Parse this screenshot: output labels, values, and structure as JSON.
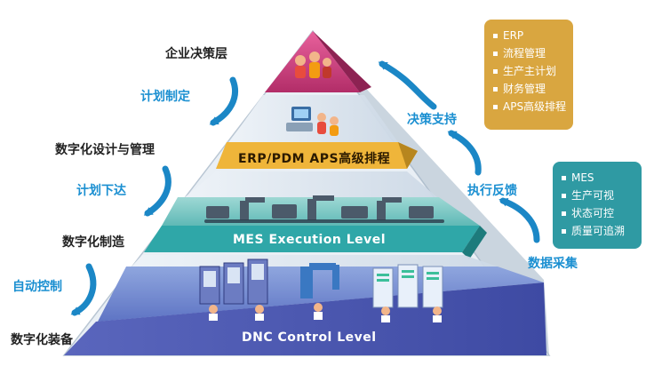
{
  "left_labels": {
    "top": "企业决策层",
    "design": "数字化设计与管理",
    "manufacturing": "数字化制造",
    "equipment": "数字化装备"
  },
  "left_flows": {
    "plan_make": "计划制定",
    "plan_issue": "计划下达",
    "auto_control": "自动控制"
  },
  "right_flows": {
    "decision_support": "决策支持",
    "execution_feedback": "执行反馈",
    "data_collection": "数据采集"
  },
  "bands": {
    "erp": "ERP/PDM  APS高级排程",
    "mes": "MES    Execution   Level",
    "dnc": "DNC    Control  Level"
  },
  "erp_box": {
    "color": "#d9a640",
    "items": [
      "ERP",
      "流程管理",
      "生产主计划",
      "财务管理",
      "APS高级排程"
    ]
  },
  "mes_box": {
    "color": "#2f9aa3",
    "items": [
      "MES",
      "生产可视",
      "状态可控",
      "质量可追溯"
    ]
  },
  "colors": {
    "apex": "#cf3f7e",
    "erp_band": "#efb53a",
    "mes_band": "#2fa7a8",
    "dnc_band": "#4f5fb7",
    "arrow": "#1b87c6"
  }
}
